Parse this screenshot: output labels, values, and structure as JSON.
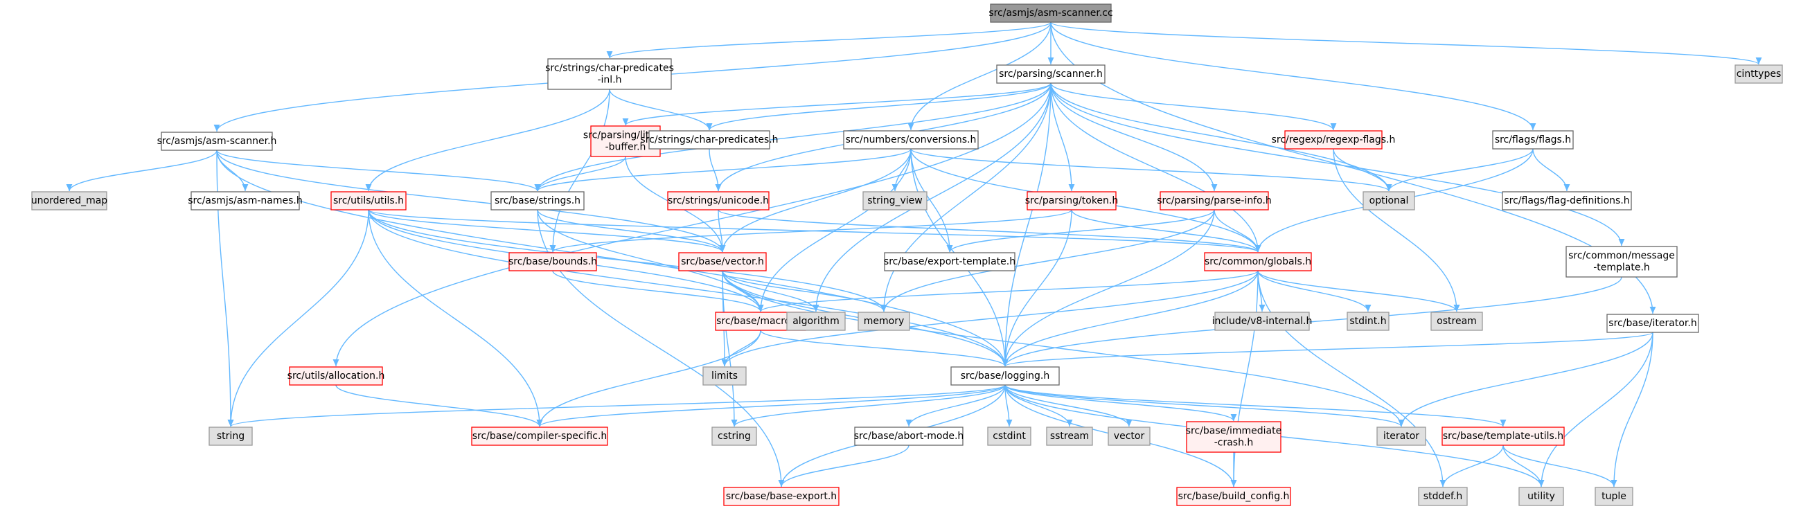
{
  "colors": {
    "edge": "#63b8ff",
    "normal_fill": "#ffffff",
    "normal_stroke": "#666666",
    "system_fill": "#e0e0e0",
    "system_stroke": "#999999",
    "red_fill": "#fff0f0",
    "red_stroke": "#ff0000",
    "root_fill": "#999999",
    "root_stroke": "#666666"
  },
  "nodes": [
    {
      "id": "root",
      "lines": [
        "src/asmjs/asm-scanner.cc"
      ],
      "kind": "root"
    },
    {
      "id": "cinttypes",
      "lines": [
        "cinttypes"
      ],
      "kind": "system"
    },
    {
      "id": "charpred_inl",
      "lines": [
        "src/strings/char-predicates",
        "-inl.h"
      ],
      "kind": "normal"
    },
    {
      "id": "scanner",
      "lines": [
        "src/parsing/scanner.h"
      ],
      "kind": "normal"
    },
    {
      "id": "asmscanner_h",
      "lines": [
        "src/asmjs/asm-scanner.h"
      ],
      "kind": "normal"
    },
    {
      "id": "literal_buffer",
      "lines": [
        "src/parsing/literal",
        "-buffer.h"
      ],
      "kind": "red"
    },
    {
      "id": "charpred",
      "lines": [
        "src/strings/char-predicates.h"
      ],
      "kind": "normal"
    },
    {
      "id": "conversions",
      "lines": [
        "src/numbers/conversions.h"
      ],
      "kind": "normal"
    },
    {
      "id": "regexp_flags",
      "lines": [
        "src/regexp/regexp-flags.h"
      ],
      "kind": "red"
    },
    {
      "id": "flags",
      "lines": [
        "src/flags/flags.h"
      ],
      "kind": "normal"
    },
    {
      "id": "unordered_map",
      "lines": [
        "unordered_map"
      ],
      "kind": "system"
    },
    {
      "id": "asm_names",
      "lines": [
        "src/asmjs/asm-names.h"
      ],
      "kind": "normal"
    },
    {
      "id": "utils",
      "lines": [
        "src/utils/utils.h"
      ],
      "kind": "red"
    },
    {
      "id": "strings",
      "lines": [
        "src/base/strings.h"
      ],
      "kind": "normal"
    },
    {
      "id": "unicode",
      "lines": [
        "src/strings/unicode.h"
      ],
      "kind": "red"
    },
    {
      "id": "string_view",
      "lines": [
        "string_view"
      ],
      "kind": "system"
    },
    {
      "id": "token",
      "lines": [
        "src/parsing/token.h"
      ],
      "kind": "red"
    },
    {
      "id": "parse_info",
      "lines": [
        "src/parsing/parse-info.h"
      ],
      "kind": "red"
    },
    {
      "id": "optional",
      "lines": [
        "optional"
      ],
      "kind": "system"
    },
    {
      "id": "flag_defs",
      "lines": [
        "src/flags/flag-definitions.h"
      ],
      "kind": "normal"
    },
    {
      "id": "message_tpl",
      "lines": [
        "src/common/message",
        "-template.h"
      ],
      "kind": "normal"
    },
    {
      "id": "bounds",
      "lines": [
        "src/base/bounds.h"
      ],
      "kind": "red"
    },
    {
      "id": "vector",
      "lines": [
        "src/base/vector.h"
      ],
      "kind": "red"
    },
    {
      "id": "export_tpl",
      "lines": [
        "src/base/export-template.h"
      ],
      "kind": "normal"
    },
    {
      "id": "globals",
      "lines": [
        "src/common/globals.h"
      ],
      "kind": "red"
    },
    {
      "id": "macros",
      "lines": [
        "src/base/macros.h"
      ],
      "kind": "red"
    },
    {
      "id": "algorithm",
      "lines": [
        "algorithm"
      ],
      "kind": "system"
    },
    {
      "id": "memory",
      "lines": [
        "memory"
      ],
      "kind": "system"
    },
    {
      "id": "v8_internal",
      "lines": [
        "include/v8-internal.h"
      ],
      "kind": "system"
    },
    {
      "id": "stdint",
      "lines": [
        "stdint.h"
      ],
      "kind": "system"
    },
    {
      "id": "ostream",
      "lines": [
        "ostream"
      ],
      "kind": "system"
    },
    {
      "id": "iterator_h",
      "lines": [
        "src/base/iterator.h"
      ],
      "kind": "normal"
    },
    {
      "id": "allocation",
      "lines": [
        "src/utils/allocation.h"
      ],
      "kind": "red"
    },
    {
      "id": "limits",
      "lines": [
        "limits"
      ],
      "kind": "system"
    },
    {
      "id": "logging",
      "lines": [
        "src/base/logging.h"
      ],
      "kind": "normal"
    },
    {
      "id": "string",
      "lines": [
        "string"
      ],
      "kind": "system"
    },
    {
      "id": "compiler_specific",
      "lines": [
        "src/base/compiler-specific.h"
      ],
      "kind": "red"
    },
    {
      "id": "cstring",
      "lines": [
        "cstring"
      ],
      "kind": "system"
    },
    {
      "id": "abort_mode",
      "lines": [
        "src/base/abort-mode.h"
      ],
      "kind": "normal"
    },
    {
      "id": "cstdint",
      "lines": [
        "cstdint"
      ],
      "kind": "system"
    },
    {
      "id": "sstream",
      "lines": [
        "sstream"
      ],
      "kind": "system"
    },
    {
      "id": "vector_std",
      "lines": [
        "vector"
      ],
      "kind": "system"
    },
    {
      "id": "immediate_crash",
      "lines": [
        "src/base/immediate",
        "-crash.h"
      ],
      "kind": "red"
    },
    {
      "id": "iterator",
      "lines": [
        "iterator"
      ],
      "kind": "system"
    },
    {
      "id": "template_utils",
      "lines": [
        "src/base/template-utils.h"
      ],
      "kind": "red"
    },
    {
      "id": "base_export",
      "lines": [
        "src/base/base-export.h"
      ],
      "kind": "red"
    },
    {
      "id": "build_config",
      "lines": [
        "src/base/build_config.h"
      ],
      "kind": "red"
    },
    {
      "id": "stddef",
      "lines": [
        "stddef.h"
      ],
      "kind": "system"
    },
    {
      "id": "utility",
      "lines": [
        "utility"
      ],
      "kind": "system"
    },
    {
      "id": "tuple",
      "lines": [
        "tuple"
      ],
      "kind": "system"
    }
  ],
  "edges": [
    [
      "root",
      "cinttypes"
    ],
    [
      "root",
      "charpred_inl"
    ],
    [
      "root",
      "scanner"
    ],
    [
      "root",
      "asmscanner_h"
    ],
    [
      "root",
      "conversions"
    ],
    [
      "root",
      "flags"
    ],
    [
      "root",
      "iterator_h"
    ],
    [
      "charpred_inl",
      "charpred"
    ],
    [
      "charpred_inl",
      "utils"
    ],
    [
      "charpred_inl",
      "bounds"
    ],
    [
      "scanner",
      "literal_buffer"
    ],
    [
      "scanner",
      "charpred"
    ],
    [
      "scanner",
      "regexp_flags"
    ],
    [
      "scanner",
      "optional"
    ],
    [
      "scanner",
      "strings"
    ],
    [
      "scanner",
      "unicode"
    ],
    [
      "scanner",
      "token"
    ],
    [
      "scanner",
      "parse_info"
    ],
    [
      "scanner",
      "message_tpl"
    ],
    [
      "scanner",
      "globals"
    ],
    [
      "scanner",
      "allocation"
    ],
    [
      "scanner",
      "logging"
    ],
    [
      "scanner",
      "algorithm"
    ],
    [
      "scanner",
      "memory"
    ],
    [
      "asmscanner_h",
      "unordered_map"
    ],
    [
      "asmscanner_h",
      "asm_names"
    ],
    [
      "asmscanner_h",
      "strings"
    ],
    [
      "asmscanner_h",
      "string"
    ],
    [
      "asmscanner_h",
      "logging"
    ],
    [
      "asmscanner_h",
      "vector"
    ],
    [
      "literal_buffer",
      "strings"
    ],
    [
      "literal_buffer",
      "vector"
    ],
    [
      "charpred",
      "unicode"
    ],
    [
      "conversions",
      "strings"
    ],
    [
      "conversions",
      "string_view"
    ],
    [
      "conversions",
      "optional"
    ],
    [
      "conversions",
      "export_tpl"
    ],
    [
      "conversions",
      "globals"
    ],
    [
      "conversions",
      "vector"
    ],
    [
      "conversions",
      "logging"
    ],
    [
      "conversions",
      "macros"
    ],
    [
      "regexp_flags",
      "optional"
    ],
    [
      "regexp_flags",
      "ostream"
    ],
    [
      "flags",
      "optional"
    ],
    [
      "flags",
      "flag_defs"
    ],
    [
      "flags",
      "globals"
    ],
    [
      "utils",
      "globals"
    ],
    [
      "utils",
      "vector"
    ],
    [
      "utils",
      "macros"
    ],
    [
      "utils",
      "logging"
    ],
    [
      "utils",
      "string"
    ],
    [
      "utils",
      "compiler_specific"
    ],
    [
      "utils",
      "memory"
    ],
    [
      "strings",
      "vector"
    ],
    [
      "strings",
      "macros"
    ],
    [
      "strings",
      "base_export"
    ],
    [
      "unicode",
      "vector"
    ],
    [
      "unicode",
      "globals"
    ],
    [
      "token",
      "bounds"
    ],
    [
      "token",
      "globals"
    ],
    [
      "token",
      "logging"
    ],
    [
      "parse_info",
      "globals"
    ],
    [
      "parse_info",
      "export_tpl"
    ],
    [
      "parse_info",
      "logging"
    ],
    [
      "parse_info",
      "memory"
    ],
    [
      "message_tpl",
      "logging"
    ],
    [
      "bounds",
      "macros"
    ],
    [
      "vector",
      "macros"
    ],
    [
      "vector",
      "algorithm"
    ],
    [
      "vector",
      "memory"
    ],
    [
      "vector",
      "limits"
    ],
    [
      "vector",
      "cstring"
    ],
    [
      "vector",
      "logging"
    ],
    [
      "vector",
      "iterator"
    ],
    [
      "globals",
      "macros"
    ],
    [
      "globals",
      "v8_internal"
    ],
    [
      "globals",
      "stdint"
    ],
    [
      "globals",
      "ostream"
    ],
    [
      "globals",
      "logging"
    ],
    [
      "globals",
      "limits"
    ],
    [
      "globals",
      "build_config"
    ],
    [
      "globals",
      "stddef"
    ],
    [
      "macros",
      "limits"
    ],
    [
      "macros",
      "logging"
    ],
    [
      "macros",
      "compiler_specific"
    ],
    [
      "iterator_h",
      "logging"
    ],
    [
      "iterator_h",
      "iterator"
    ],
    [
      "iterator_h",
      "tuple"
    ],
    [
      "iterator_h",
      "utility"
    ],
    [
      "allocation",
      "compiler_specific"
    ],
    [
      "logging",
      "string"
    ],
    [
      "logging",
      "compiler_specific"
    ],
    [
      "logging",
      "cstring"
    ],
    [
      "logging",
      "abort_mode"
    ],
    [
      "logging",
      "cstdint"
    ],
    [
      "logging",
      "sstream"
    ],
    [
      "logging",
      "vector_std"
    ],
    [
      "logging",
      "immediate_crash"
    ],
    [
      "logging",
      "iterator"
    ],
    [
      "logging",
      "template_utils"
    ],
    [
      "logging",
      "base_export"
    ],
    [
      "logging",
      "build_config"
    ],
    [
      "logging",
      "utility"
    ],
    [
      "abort_mode",
      "base_export"
    ],
    [
      "immediate_crash",
      "build_config"
    ],
    [
      "template_utils",
      "stddef"
    ],
    [
      "template_utils",
      "utility"
    ],
    [
      "template_utils",
      "tuple"
    ]
  ]
}
